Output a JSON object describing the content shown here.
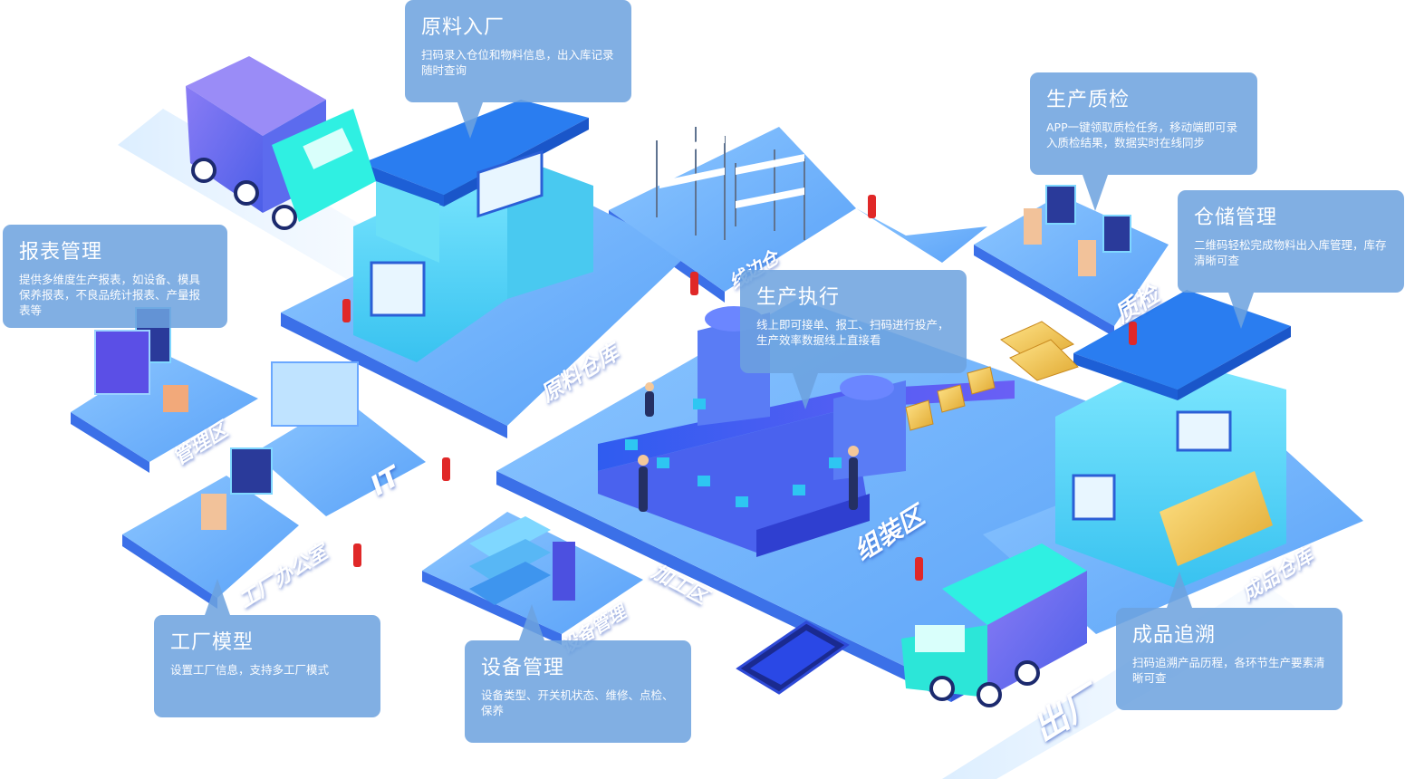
{
  "colors": {
    "platform_top": "#6fb3fb",
    "platform_side": "#3b70e8",
    "building_wall": "#5fd6f6",
    "building_roof": "#2a7df0",
    "truck_cab": "#2ff0e2",
    "truck_box": "#6e6ff0",
    "callout_bg": "#6ca2de"
  },
  "callouts": {
    "raw_material_in": {
      "title": "原料入厂",
      "desc": "扫码录入仓位和物料信息，出入库记录随时查询"
    },
    "report_mgmt": {
      "title": "报表管理",
      "desc": "提供多维度生产报表，如设备、模具保养报表，不良品统计报表、产量报表等"
    },
    "production_exec": {
      "title": "生产执行",
      "desc": "线上即可接单、报工、扫码进行投产，生产效率数据线上直接看"
    },
    "quality_check": {
      "title": "生产质检",
      "desc": "APP一键领取质检任务，移动端即可录入质检结果，数据实时在线同步"
    },
    "warehouse_mgmt": {
      "title": "仓储管理",
      "desc": "二维码轻松完成物料出入库管理，库存清晰可查"
    },
    "factory_model": {
      "title": "工厂模型",
      "desc": "设置工厂信息，支持多工厂模式"
    },
    "equipment_mgmt": {
      "title": "设备管理",
      "desc": "设备类型、开关机状态、维修、点检、保养"
    },
    "product_trace": {
      "title": "成品追溯",
      "desc": "扫码追溯产品历程，各环节生产要素清晰可查"
    }
  },
  "zones": {
    "raw_warehouse": "原料仓库",
    "line_side_warehouse": "线边仓",
    "management_area": "管理区",
    "it": "IT",
    "factory_office": "工厂办公室",
    "equipment": "设备管理",
    "processing_area": "加工区",
    "assembly_area": "组装区",
    "quality": "质检",
    "finished_warehouse": "成品仓库",
    "exit": "出厂"
  }
}
